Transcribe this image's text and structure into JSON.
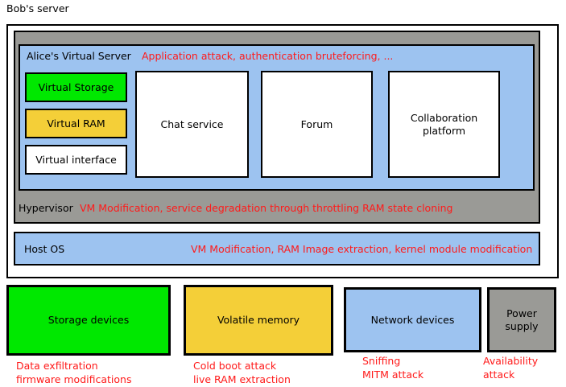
{
  "diagram": {
    "server_title": "Bob's server",
    "hypervisor": {
      "label": "Hypervisor",
      "threats": "VM Modification, service degradation through throttling RAM state cloning"
    },
    "virtual_server": {
      "label": "Alice's Virtual Server",
      "threats": "Application attack, authentication bruteforcing, ...",
      "resources": [
        {
          "label": "Virtual Storage",
          "color": "#00e800"
        },
        {
          "label": "Virtual RAM",
          "color": "#f4cf38"
        },
        {
          "label": "Virtual interface",
          "color": "#ffffff"
        }
      ],
      "services": [
        {
          "label": "Chat service"
        },
        {
          "label": "Forum"
        },
        {
          "label": "Collaboration platform"
        }
      ]
    },
    "host_os": {
      "label": "Host OS",
      "threats": "VM Modification, RAM Image extraction, kernel module modification"
    },
    "hardware": [
      {
        "label": "Storage devices",
        "color": "#00e800",
        "threats": "Data exfiltration\nfirmware modifications"
      },
      {
        "label": "Volatile memory",
        "color": "#f4cf38",
        "threats": "Cold boot attack\nlive RAM extraction"
      },
      {
        "label": "Network devices",
        "color": "#9dc3f0",
        "threats": "Sniffing\nMITM attack"
      },
      {
        "label": "Power supply",
        "color": "#9a9a96",
        "threats": "Availability attack"
      }
    ],
    "colors": {
      "threat_text": "#ff1a1a",
      "hypervisor_grey": "#9a9a96",
      "virtual_blue": "#9dc3f0",
      "storage_green": "#00e800",
      "memory_yellow": "#f4cf38",
      "border_black": "#000000"
    }
  }
}
